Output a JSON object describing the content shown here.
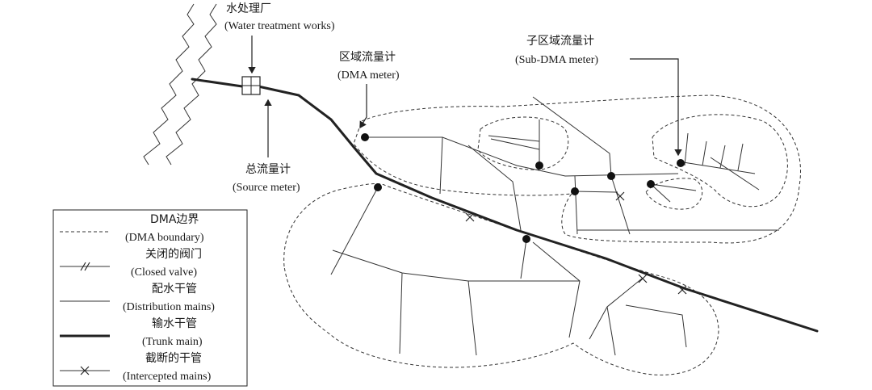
{
  "labels": {
    "water_works": {
      "zh": "水处理厂",
      "en": "(Water treatment works)"
    },
    "dma_meter": {
      "zh": "区域流量计",
      "en": "(DMA meter)"
    },
    "sub_dma_meter": {
      "zh": "子区域流量计",
      "en": "(Sub-DMA meter)"
    },
    "source_meter": {
      "zh": "总流量计",
      "en": "(Source meter)"
    }
  },
  "legend": [
    {
      "zh": "DMA边界",
      "en": "(DMA boundary)",
      "symbol": "dashed-line"
    },
    {
      "zh": "关闭的阀门",
      "en": "(Closed valve)",
      "symbol": "valve-line"
    },
    {
      "zh": "配水干管",
      "en": "(Distribution mains)",
      "symbol": "thin-line"
    },
    {
      "zh": "输水干管",
      "en": "(Trunk main)",
      "symbol": "thick-line"
    },
    {
      "zh": "截断的干管",
      "en": "(Intercepted mains)",
      "symbol": "x-line"
    }
  ]
}
